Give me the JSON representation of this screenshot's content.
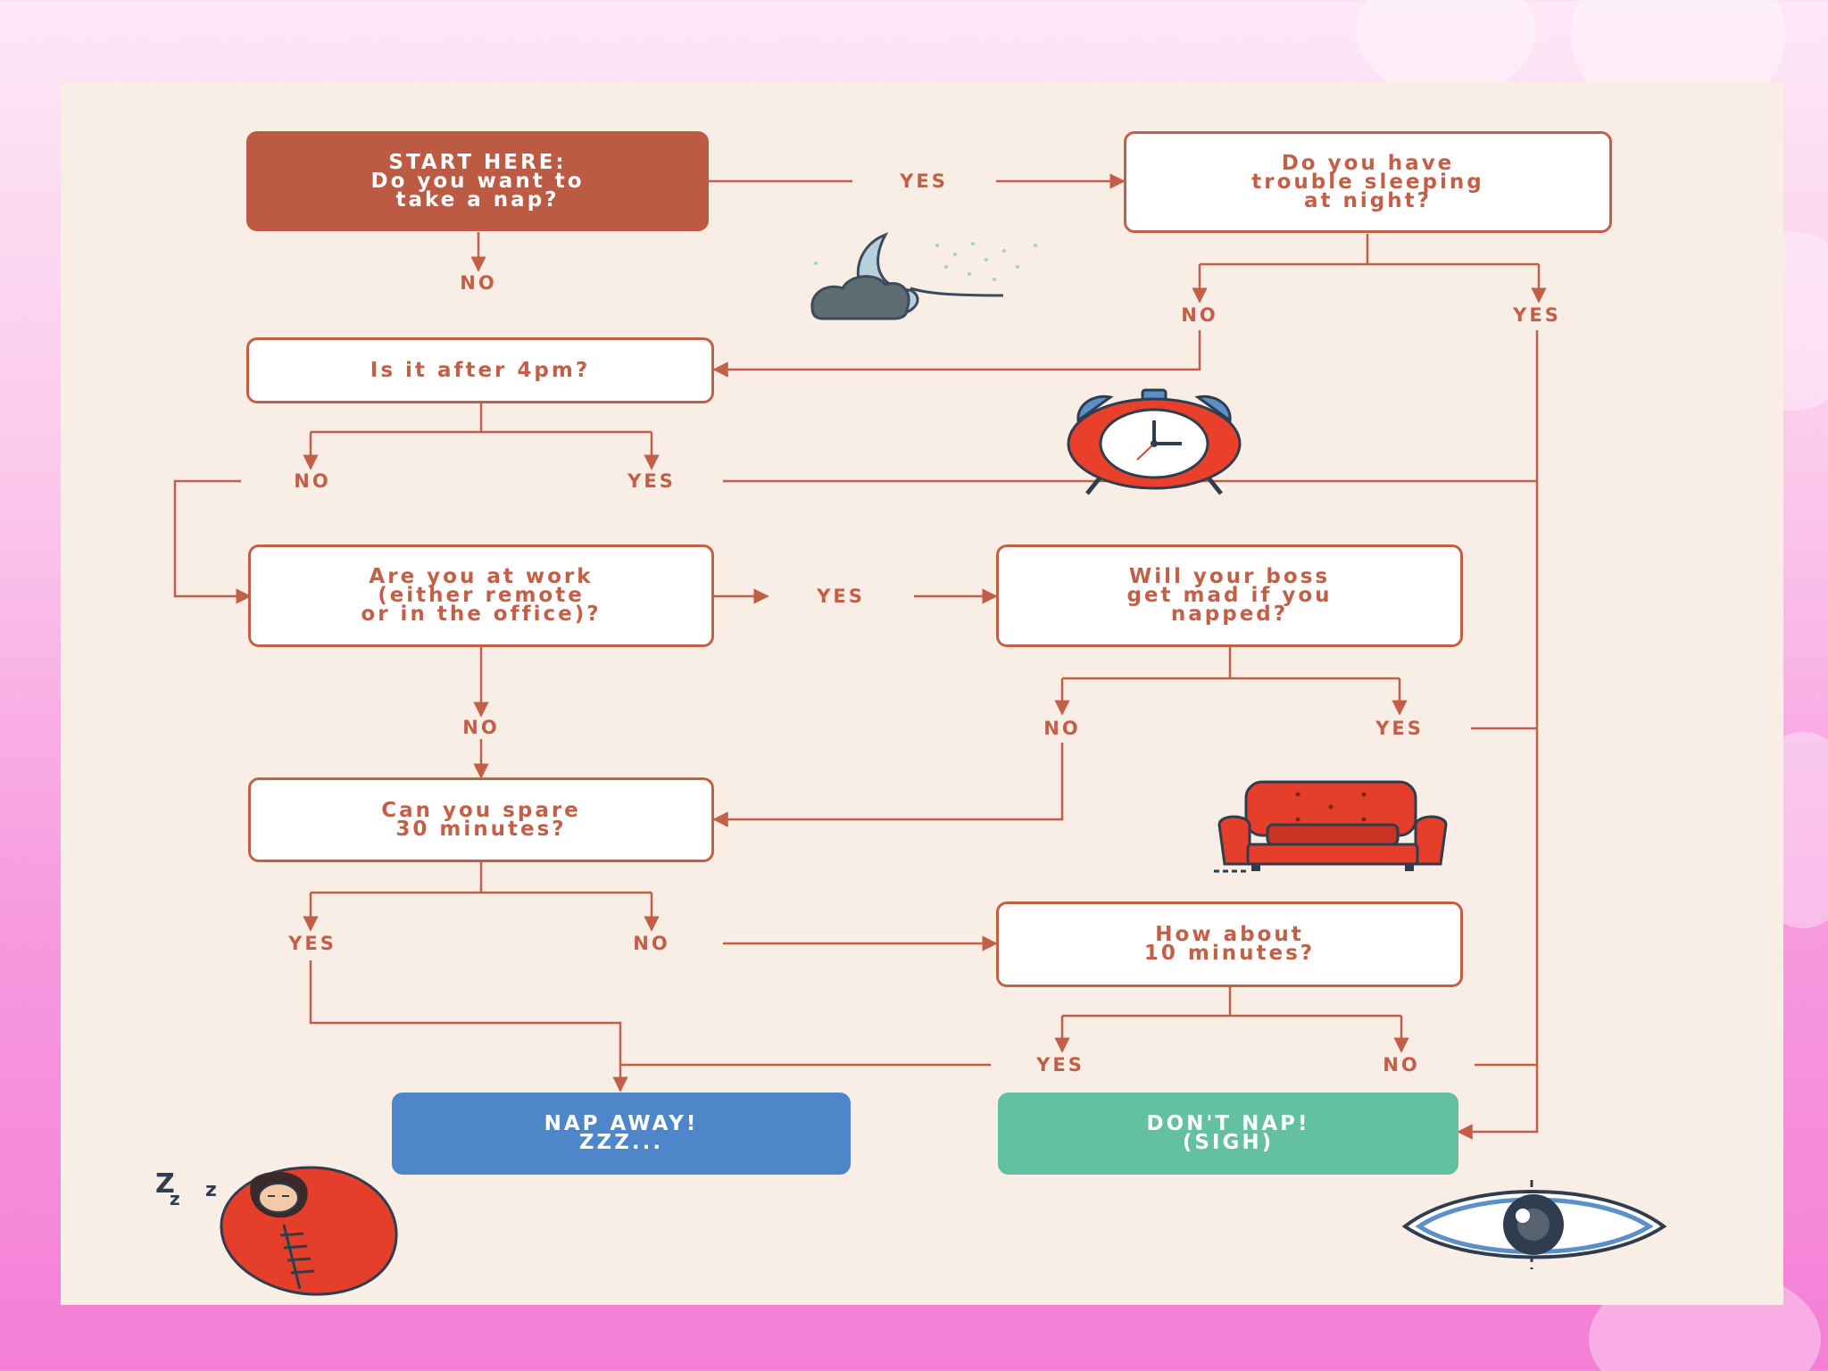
{
  "colors": {
    "accent": "#c45f47",
    "panel": "#f8eee6",
    "start": "#bd5a44",
    "nap_away": "#4e86c9",
    "dont_nap": "#63c0a1"
  },
  "nodes": {
    "start": "START HERE:\nDo you want to\ntake a nap?",
    "trouble_sleeping": "Do you have\ntrouble sleeping\nat night?",
    "after_4pm": "Is it after 4pm?",
    "at_work": "Are you at work\n(either remote\nor in the office)?",
    "boss_mad": "Will your boss\nget mad if you\nnapped?",
    "spare_30": "Can you spare\n30 minutes?",
    "ten_minutes": "How about\n10 minutes?",
    "nap_away": "NAP AWAY!\nZZZ...",
    "dont_nap": "DON'T NAP!\n(SIGH)"
  },
  "labels": {
    "start_yes": "YES",
    "start_no": "NO",
    "trouble_no": "NO",
    "trouble_yes": "YES",
    "after4_no": "NO",
    "after4_yes": "YES",
    "work_yes": "YES",
    "work_no": "NO",
    "boss_no": "NO",
    "boss_yes": "YES",
    "spare_yes": "YES",
    "spare_no": "NO",
    "ten_yes": "YES",
    "ten_no": "NO"
  },
  "icons": [
    "moon-cloud-icon",
    "alarm-clock-icon",
    "armchair-icon",
    "sleeping-bag-icon",
    "eye-icon"
  ]
}
